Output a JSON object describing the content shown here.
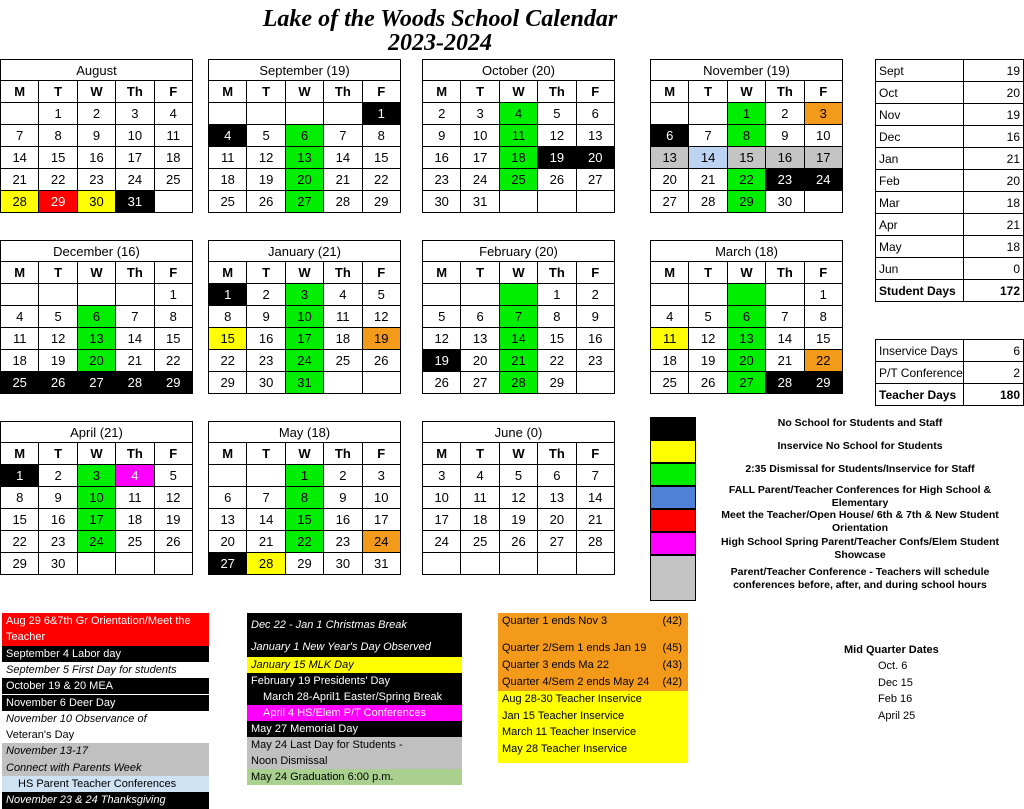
{
  "title": {
    "line1": "Lake of the Woods School Calendar",
    "line2": "2023-2024"
  },
  "day_headers": [
    "M",
    "T",
    "W",
    "Th",
    "F"
  ],
  "months": [
    {
      "name": "August",
      "rows": [
        [
          "",
          "1",
          "2",
          "3",
          "4"
        ],
        [
          "7",
          "8",
          "9",
          "10",
          "11"
        ],
        [
          "14",
          "15",
          "16",
          "17",
          "18"
        ],
        [
          "21",
          "22",
          "23",
          "24",
          "25"
        ],
        [
          "28",
          "29",
          "30",
          "31",
          ""
        ]
      ],
      "colors": [
        [
          "",
          "",
          "",
          "",
          ""
        ],
        [
          "",
          "",
          "",
          "",
          ""
        ],
        [
          "",
          "",
          "",
          "",
          ""
        ],
        [
          "",
          "",
          "",
          "",
          ""
        ],
        [
          "yellow",
          "red",
          "yellow",
          "black",
          ""
        ]
      ]
    },
    {
      "name": "September (19)",
      "rows": [
        [
          "",
          "",
          "",
          "",
          "1"
        ],
        [
          "4",
          "5",
          "6",
          "7",
          "8"
        ],
        [
          "11",
          "12",
          "13",
          "14",
          "15"
        ],
        [
          "18",
          "19",
          "20",
          "21",
          "22"
        ],
        [
          "25",
          "26",
          "27",
          "28",
          "29"
        ]
      ],
      "colors": [
        [
          "",
          "",
          "",
          "",
          "black"
        ],
        [
          "black",
          "",
          "green",
          "",
          ""
        ],
        [
          "",
          "",
          "green",
          "",
          ""
        ],
        [
          "",
          "",
          "green",
          "",
          ""
        ],
        [
          "",
          "",
          "green",
          "",
          ""
        ]
      ]
    },
    {
      "name": "October (20)",
      "rows": [
        [
          "2",
          "3",
          "4",
          "5",
          "6"
        ],
        [
          "9",
          "10",
          "11",
          "12",
          "13"
        ],
        [
          "16",
          "17",
          "18",
          "19",
          "20"
        ],
        [
          "23",
          "24",
          "25",
          "26",
          "27"
        ],
        [
          "30",
          "31",
          "",
          "",
          ""
        ]
      ],
      "colors": [
        [
          "",
          "",
          "green",
          "",
          ""
        ],
        [
          "",
          "",
          "green",
          "",
          ""
        ],
        [
          "",
          "",
          "green",
          "black",
          "black"
        ],
        [
          "",
          "",
          "green",
          "",
          ""
        ],
        [
          "",
          "",
          "",
          "",
          ""
        ]
      ]
    },
    {
      "name": "November (19)",
      "rows": [
        [
          "",
          "",
          "1",
          "2",
          "3"
        ],
        [
          "6",
          "7",
          "8",
          "9",
          "10"
        ],
        [
          "13",
          "14",
          "15",
          "16",
          "17"
        ],
        [
          "20",
          "21",
          "22",
          "23",
          "24"
        ],
        [
          "27",
          "28",
          "29",
          "30",
          ""
        ]
      ],
      "colors": [
        [
          "",
          "",
          "green",
          "",
          "orange"
        ],
        [
          "black",
          "",
          "green",
          "",
          ""
        ],
        [
          "gray",
          "blue",
          "gray",
          "gray",
          "gray"
        ],
        [
          "",
          "",
          "green",
          "black",
          "black"
        ],
        [
          "",
          "",
          "green",
          "",
          ""
        ]
      ]
    },
    {
      "name": "December (16)",
      "rows": [
        [
          "",
          "",
          "",
          "",
          "1"
        ],
        [
          "4",
          "5",
          "6",
          "7",
          "8"
        ],
        [
          "11",
          "12",
          "13",
          "14",
          "15"
        ],
        [
          "18",
          "19",
          "20",
          "21",
          "22"
        ],
        [
          "25",
          "26",
          "27",
          "28",
          "29"
        ]
      ],
      "colors": [
        [
          "",
          "",
          "",
          "",
          ""
        ],
        [
          "",
          "",
          "green",
          "",
          ""
        ],
        [
          "",
          "",
          "green",
          "",
          ""
        ],
        [
          "",
          "",
          "green",
          "",
          ""
        ],
        [
          "black",
          "black",
          "black",
          "black",
          "black"
        ]
      ]
    },
    {
      "name": "January (21)",
      "rows": [
        [
          "1",
          "2",
          "3",
          "4",
          "5"
        ],
        [
          "8",
          "9",
          "10",
          "11",
          "12"
        ],
        [
          "15",
          "16",
          "17",
          "18",
          "19"
        ],
        [
          "22",
          "23",
          "24",
          "25",
          "26"
        ],
        [
          "29",
          "30",
          "31",
          "",
          ""
        ]
      ],
      "colors": [
        [
          "black",
          "",
          "green",
          "",
          ""
        ],
        [
          "",
          "",
          "green",
          "",
          ""
        ],
        [
          "yellow",
          "",
          "green",
          "",
          "orange"
        ],
        [
          "",
          "",
          "green",
          "",
          ""
        ],
        [
          "",
          "",
          "green",
          "",
          ""
        ]
      ]
    },
    {
      "name": "February (20)",
      "rows": [
        [
          "",
          "",
          "",
          "1",
          "2"
        ],
        [
          "5",
          "6",
          "7",
          "8",
          "9"
        ],
        [
          "12",
          "13",
          "14",
          "15",
          "16"
        ],
        [
          "19",
          "20",
          "21",
          "22",
          "23"
        ],
        [
          "26",
          "27",
          "28",
          "29",
          ""
        ]
      ],
      "colors": [
        [
          "",
          "",
          "green",
          "",
          ""
        ],
        [
          "",
          "",
          "green",
          "",
          ""
        ],
        [
          "",
          "",
          "green",
          "",
          ""
        ],
        [
          "black",
          "",
          "green",
          "",
          ""
        ],
        [
          "",
          "",
          "green",
          "",
          ""
        ]
      ]
    },
    {
      "name": "March (18)",
      "rows": [
        [
          "",
          "",
          "",
          "",
          "1"
        ],
        [
          "4",
          "5",
          "6",
          "7",
          "8"
        ],
        [
          "11",
          "12",
          "13",
          "14",
          "15"
        ],
        [
          "18",
          "19",
          "20",
          "21",
          "22"
        ],
        [
          "25",
          "26",
          "27",
          "28",
          "29"
        ]
      ],
      "colors": [
        [
          "",
          "",
          "green",
          "",
          ""
        ],
        [
          "",
          "",
          "green",
          "",
          ""
        ],
        [
          "yellow",
          "",
          "green",
          "",
          ""
        ],
        [
          "",
          "",
          "green",
          "",
          "orange"
        ],
        [
          "",
          "",
          "green",
          "black",
          "black"
        ]
      ]
    },
    {
      "name": "April (21)",
      "rows": [
        [
          "1",
          "2",
          "3",
          "4",
          "5"
        ],
        [
          "8",
          "9",
          "10",
          "11",
          "12"
        ],
        [
          "15",
          "16",
          "17",
          "18",
          "19"
        ],
        [
          "22",
          "23",
          "24",
          "25",
          "26"
        ],
        [
          "29",
          "30",
          "",
          "",
          ""
        ]
      ],
      "colors": [
        [
          "black",
          "",
          "green",
          "magenta",
          ""
        ],
        [
          "",
          "",
          "green",
          "",
          ""
        ],
        [
          "",
          "",
          "green",
          "",
          ""
        ],
        [
          "",
          "",
          "green",
          "",
          ""
        ],
        [
          "",
          "",
          "",
          "",
          ""
        ]
      ]
    },
    {
      "name": "May (18)",
      "rows": [
        [
          "",
          "",
          "1",
          "2",
          "3"
        ],
        [
          "6",
          "7",
          "8",
          "9",
          "10"
        ],
        [
          "13",
          "14",
          "15",
          "16",
          "17"
        ],
        [
          "20",
          "21",
          "22",
          "23",
          "24"
        ],
        [
          "27",
          "28",
          "29",
          "30",
          "31"
        ]
      ],
      "colors": [
        [
          "",
          "",
          "green",
          "",
          ""
        ],
        [
          "",
          "",
          "green",
          "",
          ""
        ],
        [
          "",
          "",
          "green",
          "",
          ""
        ],
        [
          "",
          "",
          "green",
          "",
          "orange"
        ],
        [
          "black",
          "yellow",
          "",
          "",
          ""
        ]
      ]
    },
    {
      "name": "June (0)",
      "rows": [
        [
          "3",
          "4",
          "5",
          "6",
          "7"
        ],
        [
          "10",
          "11",
          "12",
          "13",
          "14"
        ],
        [
          "17",
          "18",
          "19",
          "20",
          "21"
        ],
        [
          "24",
          "25",
          "26",
          "27",
          "28"
        ],
        [
          "",
          "",
          "",
          "",
          ""
        ]
      ],
      "colors": [
        [
          "",
          "",
          "",
          "",
          ""
        ],
        [
          "",
          "",
          "",
          "",
          ""
        ],
        [
          "",
          "",
          "",
          "",
          ""
        ],
        [
          "",
          "",
          "",
          "",
          ""
        ],
        [
          "",
          "",
          "",
          "",
          ""
        ]
      ]
    }
  ],
  "student_days": [
    [
      "Sept",
      "19"
    ],
    [
      "Oct",
      "20"
    ],
    [
      "Nov",
      "19"
    ],
    [
      "Dec",
      "16"
    ],
    [
      "Jan",
      "21"
    ],
    [
      "Feb",
      "20"
    ],
    [
      "Mar",
      "18"
    ],
    [
      "Apr",
      "21"
    ],
    [
      "May",
      "18"
    ],
    [
      "Jun",
      "0"
    ],
    [
      "Student Days",
      "172"
    ]
  ],
  "teacher_days": [
    [
      "Inservice Days",
      "6"
    ],
    [
      "P/T Conference",
      "2"
    ],
    [
      "Teacher Days",
      "180"
    ]
  ],
  "legend": [
    {
      "color": "black",
      "text": "No School for Students and Staff"
    },
    {
      "color": "yellow",
      "text": "Inservice No School for Students"
    },
    {
      "color": "green",
      "text": "2:35 Dismissal for Students/Inservice for Staff"
    },
    {
      "color": "#4f81d6",
      "text": "FALL Parent/Teacher Conferences for High School & Elementary"
    },
    {
      "color": "red",
      "text": "Meet the Teacher/Open House/ 6th & 7th & New Student Orientation"
    },
    {
      "color": "magenta",
      "text": "High School Spring Parent/Teacher Confs/Elem Student Showcase"
    },
    {
      "color": "gray",
      "text": "Parent/Teacher Conference - Teachers will schedule conferences before, after, and during school hours"
    }
  ],
  "notes_col1": [
    {
      "text": "Aug 29 6&7th Gr Orientation/Meet the",
      "bg": "red"
    },
    {
      "text": "Teacher",
      "bg": "red"
    },
    {
      "text": "September 4 Labor day",
      "bg": "black"
    },
    {
      "text": "September 5 First Day for students",
      "bg": "white",
      "italic": true
    },
    {
      "text": "October 19 & 20 MEA",
      "bg": "black"
    },
    {
      "text": "November 6 Deer Day",
      "bg": "black"
    },
    {
      "text": "November 10 Observance of",
      "bg": "white",
      "italic": true
    },
    {
      "text": "Veteran's Day",
      "bg": "white"
    },
    {
      "text": "November 13-17",
      "bg": "gray",
      "italic": true
    },
    {
      "text": "Connect with Parents Week",
      "bg": "gray",
      "italic": true
    },
    {
      "text": "HS Parent Teacher Conferences",
      "bg": "blue",
      "indent": true
    },
    {
      "text": "November 23 & 24 Thanksgiving",
      "bg": "black",
      "italic": true
    }
  ],
  "notes_col2": [
    {
      "text": "Dec 22 - Jan 1 Christmas Break",
      "bg": "black",
      "italic": true,
      "h": 24
    },
    {
      "text": "January 1 New Year's Day Observed",
      "bg": "black",
      "italic": true,
      "h": 20
    },
    {
      "text": "January 15 MLK Day",
      "bg": "yellow",
      "italic": true,
      "h": 16
    },
    {
      "text": "February 19 Presidents' Day",
      "bg": "black",
      "h": 16
    },
    {
      "text": "March 28-April1 Easter/Spring Break",
      "bg": "black",
      "indent": true,
      "h": 16
    },
    {
      "text": "April 4 HS/Elem P/T Conferences",
      "bg": "magenta",
      "indent": true,
      "h": 16
    },
    {
      "text": "May 27 Memorial Day",
      "bg": "black",
      "h": 16
    },
    {
      "text": "May 24 Last Day for Students -",
      "bg": "gray",
      "h": 16
    },
    {
      "text": "Noon Dismissal",
      "bg": "gray",
      "h": 16
    },
    {
      "text": "May 24 Graduation 6:00 p.m.",
      "bg": "#a9d08e",
      "h": 16
    }
  ],
  "quarters": [
    {
      "text": "Quarter 1 ends Nov 3",
      "num": "(42)"
    },
    {
      "text": "Quarter 2/Sem 1 ends Jan 19",
      "num": "(45)"
    },
    {
      "text": "Quarter 3 ends Ma 22",
      "num": "(43)"
    },
    {
      "text": "Quarter 4/Sem 2 ends May 24",
      "num": "(42)"
    }
  ],
  "inservice_notes": [
    "Aug 28-30 Teacher Inservice",
    "Jan 15 Teacher Inservice",
    "March 11 Teacher Inservice",
    "May 28 Teacher Inservice"
  ],
  "mid_quarter": {
    "title": "Mid Quarter Dates",
    "dates": [
      "Oct. 6",
      "Dec 15",
      "Feb 16",
      "April 25"
    ]
  }
}
